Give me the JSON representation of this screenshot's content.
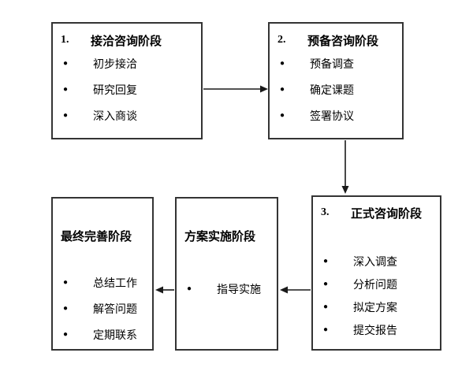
{
  "figure": {
    "background": "#ffffff",
    "box_border_color": "#343434",
    "arrow_color": "#1a1a1a",
    "text_color": "#000000",
    "bullet_glyph": "●"
  },
  "boxes": {
    "stage1": {
      "number": "1.",
      "title": "接洽咨询阶段",
      "items": [
        "初步接洽",
        "研究回复",
        "深入商谈"
      ]
    },
    "stage2": {
      "number": "2.",
      "title": "预备咨询阶段",
      "items": [
        "预备调查",
        "确定课题",
        "签署协议"
      ]
    },
    "stage3": {
      "number": "3.",
      "title": "正式咨询阶段",
      "items": [
        "深入调查",
        "分析问题",
        "拟定方案",
        "提交报告"
      ]
    },
    "stage4": {
      "title": "方案实施阶段",
      "items": [
        "指导实施"
      ]
    },
    "stage5": {
      "title": "最终完善阶段",
      "items": [
        "总结工作",
        "解答问题",
        "定期联系"
      ]
    }
  },
  "arrows": [
    {
      "from": "stage1",
      "to": "stage2",
      "direction": "right"
    },
    {
      "from": "stage2",
      "to": "stage3",
      "direction": "down"
    },
    {
      "from": "stage3",
      "to": "stage4",
      "direction": "left"
    },
    {
      "from": "stage4",
      "to": "stage5",
      "direction": "left"
    }
  ]
}
